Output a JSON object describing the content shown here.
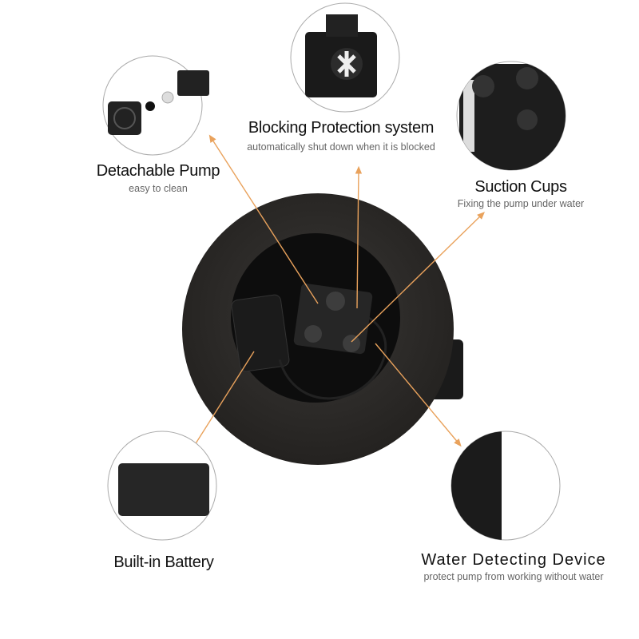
{
  "features": {
    "blocking": {
      "title": "Blocking Protection system",
      "subtitle": "automatically shut down when it is blocked"
    },
    "detachable": {
      "title": "Detachable Pump",
      "subtitle": "easy to clean"
    },
    "suction": {
      "title": "Suction Cups",
      "subtitle": "Fixing the pump under water"
    },
    "battery": {
      "title": "Built-in Battery"
    },
    "water": {
      "title": "Water Detecting Device",
      "subtitle": "protect pump from working without water"
    }
  },
  "colors": {
    "arrow": "#e9a25c",
    "foam": "#2e2c2a",
    "text": "#111111",
    "subtext": "#666666"
  }
}
